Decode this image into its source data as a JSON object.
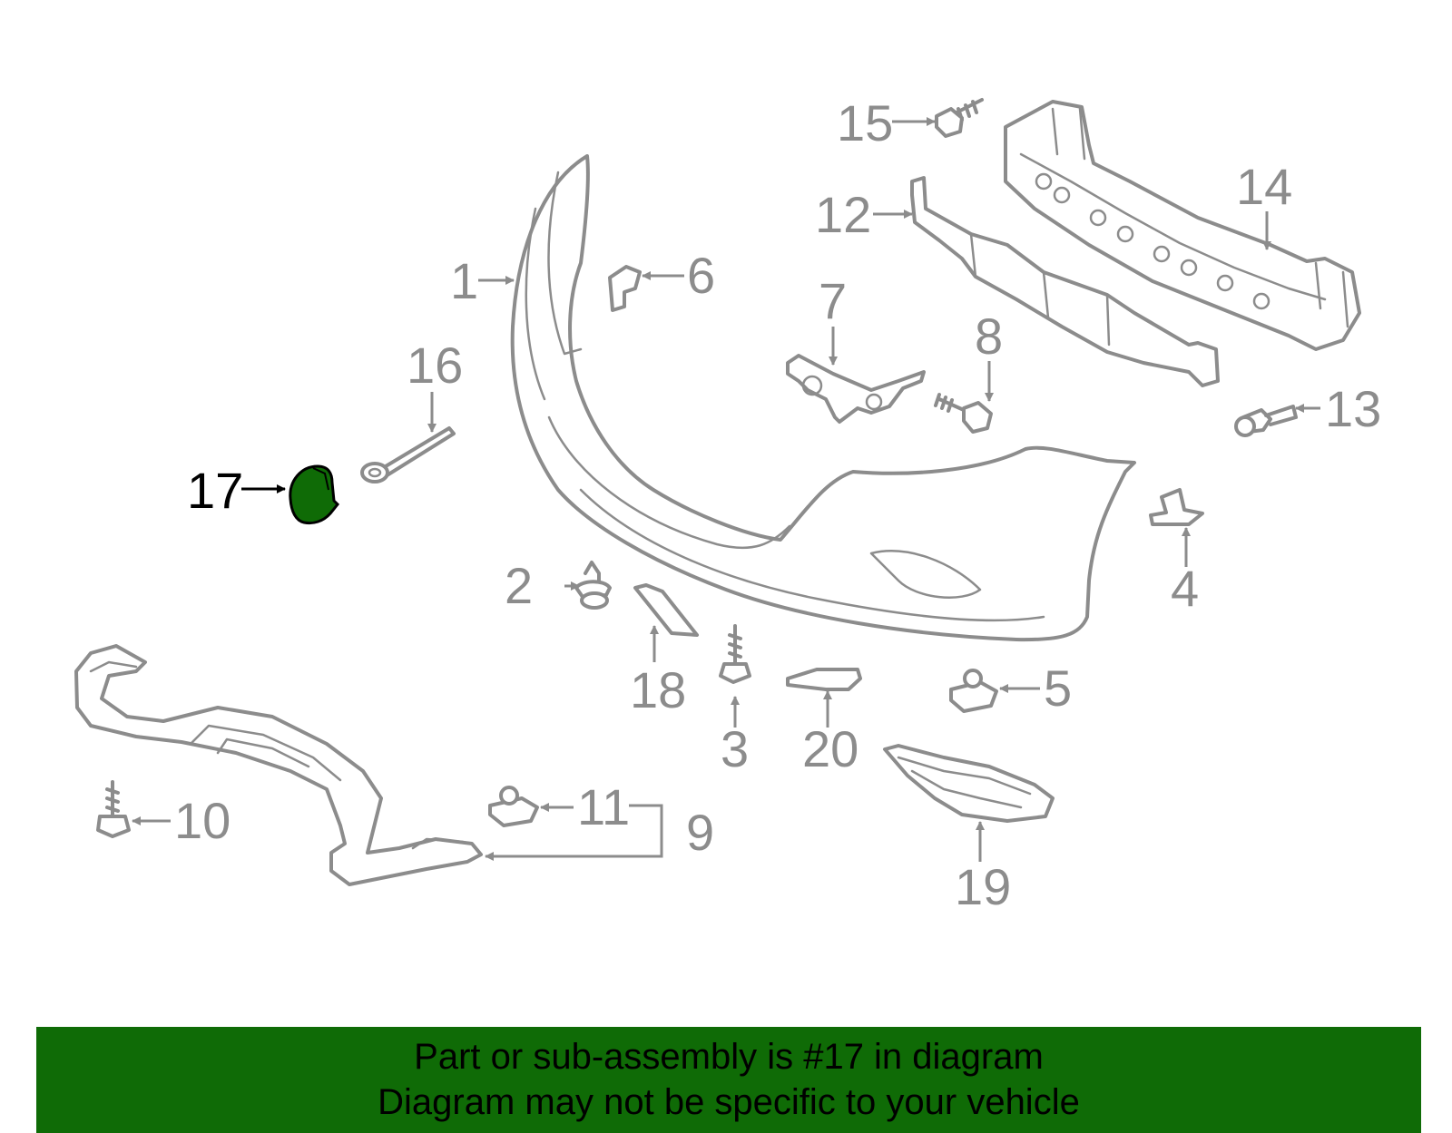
{
  "diagram": {
    "callouts": [
      "1",
      "2",
      "3",
      "4",
      "5",
      "6",
      "7",
      "8",
      "9",
      "10",
      "11",
      "12",
      "13",
      "14",
      "15",
      "16",
      "17",
      "18",
      "19",
      "20"
    ],
    "highlighted": "17",
    "highlight_color": "#0f6b06",
    "line_color": "#8c8c8c"
  },
  "banner": {
    "line1": "Part or sub-assembly is #17 in diagram",
    "line2": "Diagram may not be specific to your vehicle",
    "background": "#0f6b06"
  }
}
